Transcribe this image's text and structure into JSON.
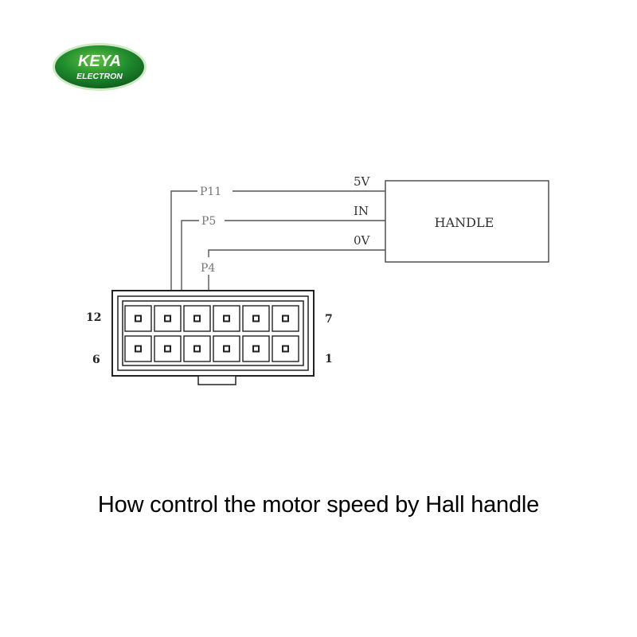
{
  "logo": {
    "line1": "KEYA",
    "line2": "ELECTRON",
    "color": "#1f8a2e"
  },
  "handle": {
    "label": "HANDLE",
    "terminals": [
      "5V",
      "IN",
      "0V"
    ]
  },
  "connector": {
    "pin_labels": [
      "P11",
      "P5",
      "P4"
    ],
    "corner_numbers": {
      "top_left": "12",
      "top_right": "7",
      "bottom_left": "6",
      "bottom_right": "1"
    }
  },
  "caption": "How control the motor speed by Hall handle"
}
